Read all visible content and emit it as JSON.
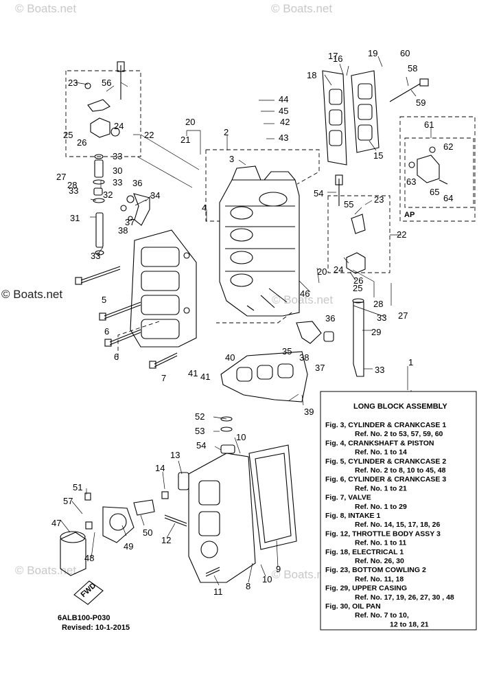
{
  "watermarks": [
    {
      "text": "© Boats.net",
      "tone": "light"
    },
    {
      "text": "© Boats.net",
      "tone": "light"
    },
    {
      "text": "© Boats.net",
      "tone": "dark"
    },
    {
      "text": "© Boats.net",
      "tone": "light"
    },
    {
      "text": "© Boats.net",
      "tone": "light"
    },
    {
      "text": "© Boats.net",
      "tone": "light"
    }
  ],
  "callouts": [
    "1",
    "2",
    "3",
    "4",
    "5",
    "6",
    "6",
    "7",
    "8",
    "9",
    "10",
    "10",
    "11",
    "12",
    "13",
    "14",
    "15",
    "16",
    "17",
    "18",
    "19",
    "20",
    "20",
    "21",
    "22",
    "22",
    "23",
    "23",
    "24",
    "24",
    "25",
    "25",
    "26",
    "26",
    "27",
    "27",
    "28",
    "28",
    "29",
    "30",
    "31",
    "32",
    "33",
    "33",
    "33",
    "33",
    "33",
    "33",
    "34",
    "35",
    "36",
    "36",
    "37",
    "37",
    "38",
    "38",
    "39",
    "40",
    "41",
    "41",
    "42",
    "43",
    "44",
    "45",
    "46",
    "47",
    "48",
    "49",
    "50",
    "51",
    "52",
    "53",
    "54",
    "54",
    "55",
    "56",
    "57",
    "58",
    "59",
    "60",
    "61",
    "62",
    "63",
    "64",
    "65"
  ],
  "ap_label": "AP",
  "fwd_label": "FWD",
  "diagram_code": "6ALB100-P030",
  "revised": "Revised: 10-1-2015",
  "legend": {
    "title": "LONG BLOCK ASSEMBLY",
    "lines": [
      "Fig. 3, CYLINDER & CRANKCASE 1",
      "Ref. No. 2 to 53, 57, 59, 60",
      "Fig. 4, CRANKSHAFT & PISTON",
      "Ref. No. 1 to 14",
      "Fig. 5, CYLINDER & CRANKCASE 2",
      "Ref. No. 2 to 8, 10 to 45, 48",
      "Fig. 6, CYLINDER & CRANKCASE 3",
      "Ref. No. 1 to 21",
      "Fig. 7, VALVE",
      "Ref. No. 1 to 29",
      "Fig. 8, INTAKE 1",
      "Ref. No. 14, 15, 17, 18, 26",
      "Fig. 12, THROTTLE BODY ASSY 3",
      "Ref. No. 1 to 11",
      "Fig. 18, ELECTRICAL 1",
      "Ref. No. 26, 30",
      "Fig. 23, BOTTOM COWLING 2",
      "Ref. No. 11, 18",
      "Fig. 29, UPPER CASING",
      "Ref. No. 17, 19, 26, 27, 30 , 48",
      "Fig. 30, OIL PAN",
      "Ref. No. 7 to 10,",
      "12 to 18, 21"
    ]
  },
  "colors": {
    "line": "#000000",
    "watermark": "#c8c8c8",
    "background": "#ffffff"
  }
}
